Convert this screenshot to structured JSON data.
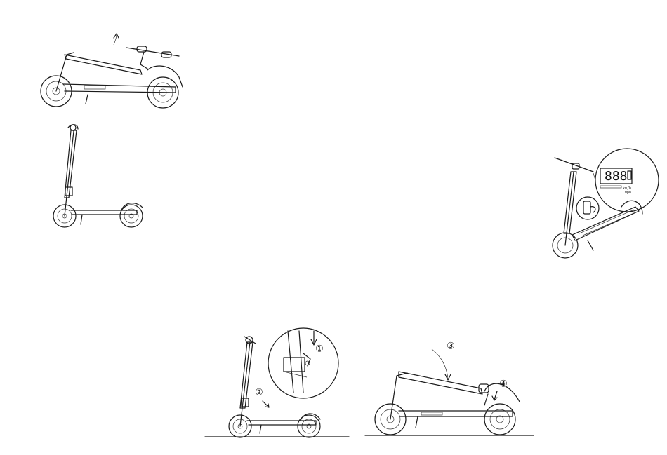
{
  "steps": {
    "step1": "①",
    "step2": "②",
    "step3": "③",
    "step4": "④"
  },
  "display": {
    "unit_kmh": "km/h",
    "unit_mph": "mph"
  },
  "colors": {
    "line": "#1a1a1a",
    "background": "#ffffff"
  }
}
